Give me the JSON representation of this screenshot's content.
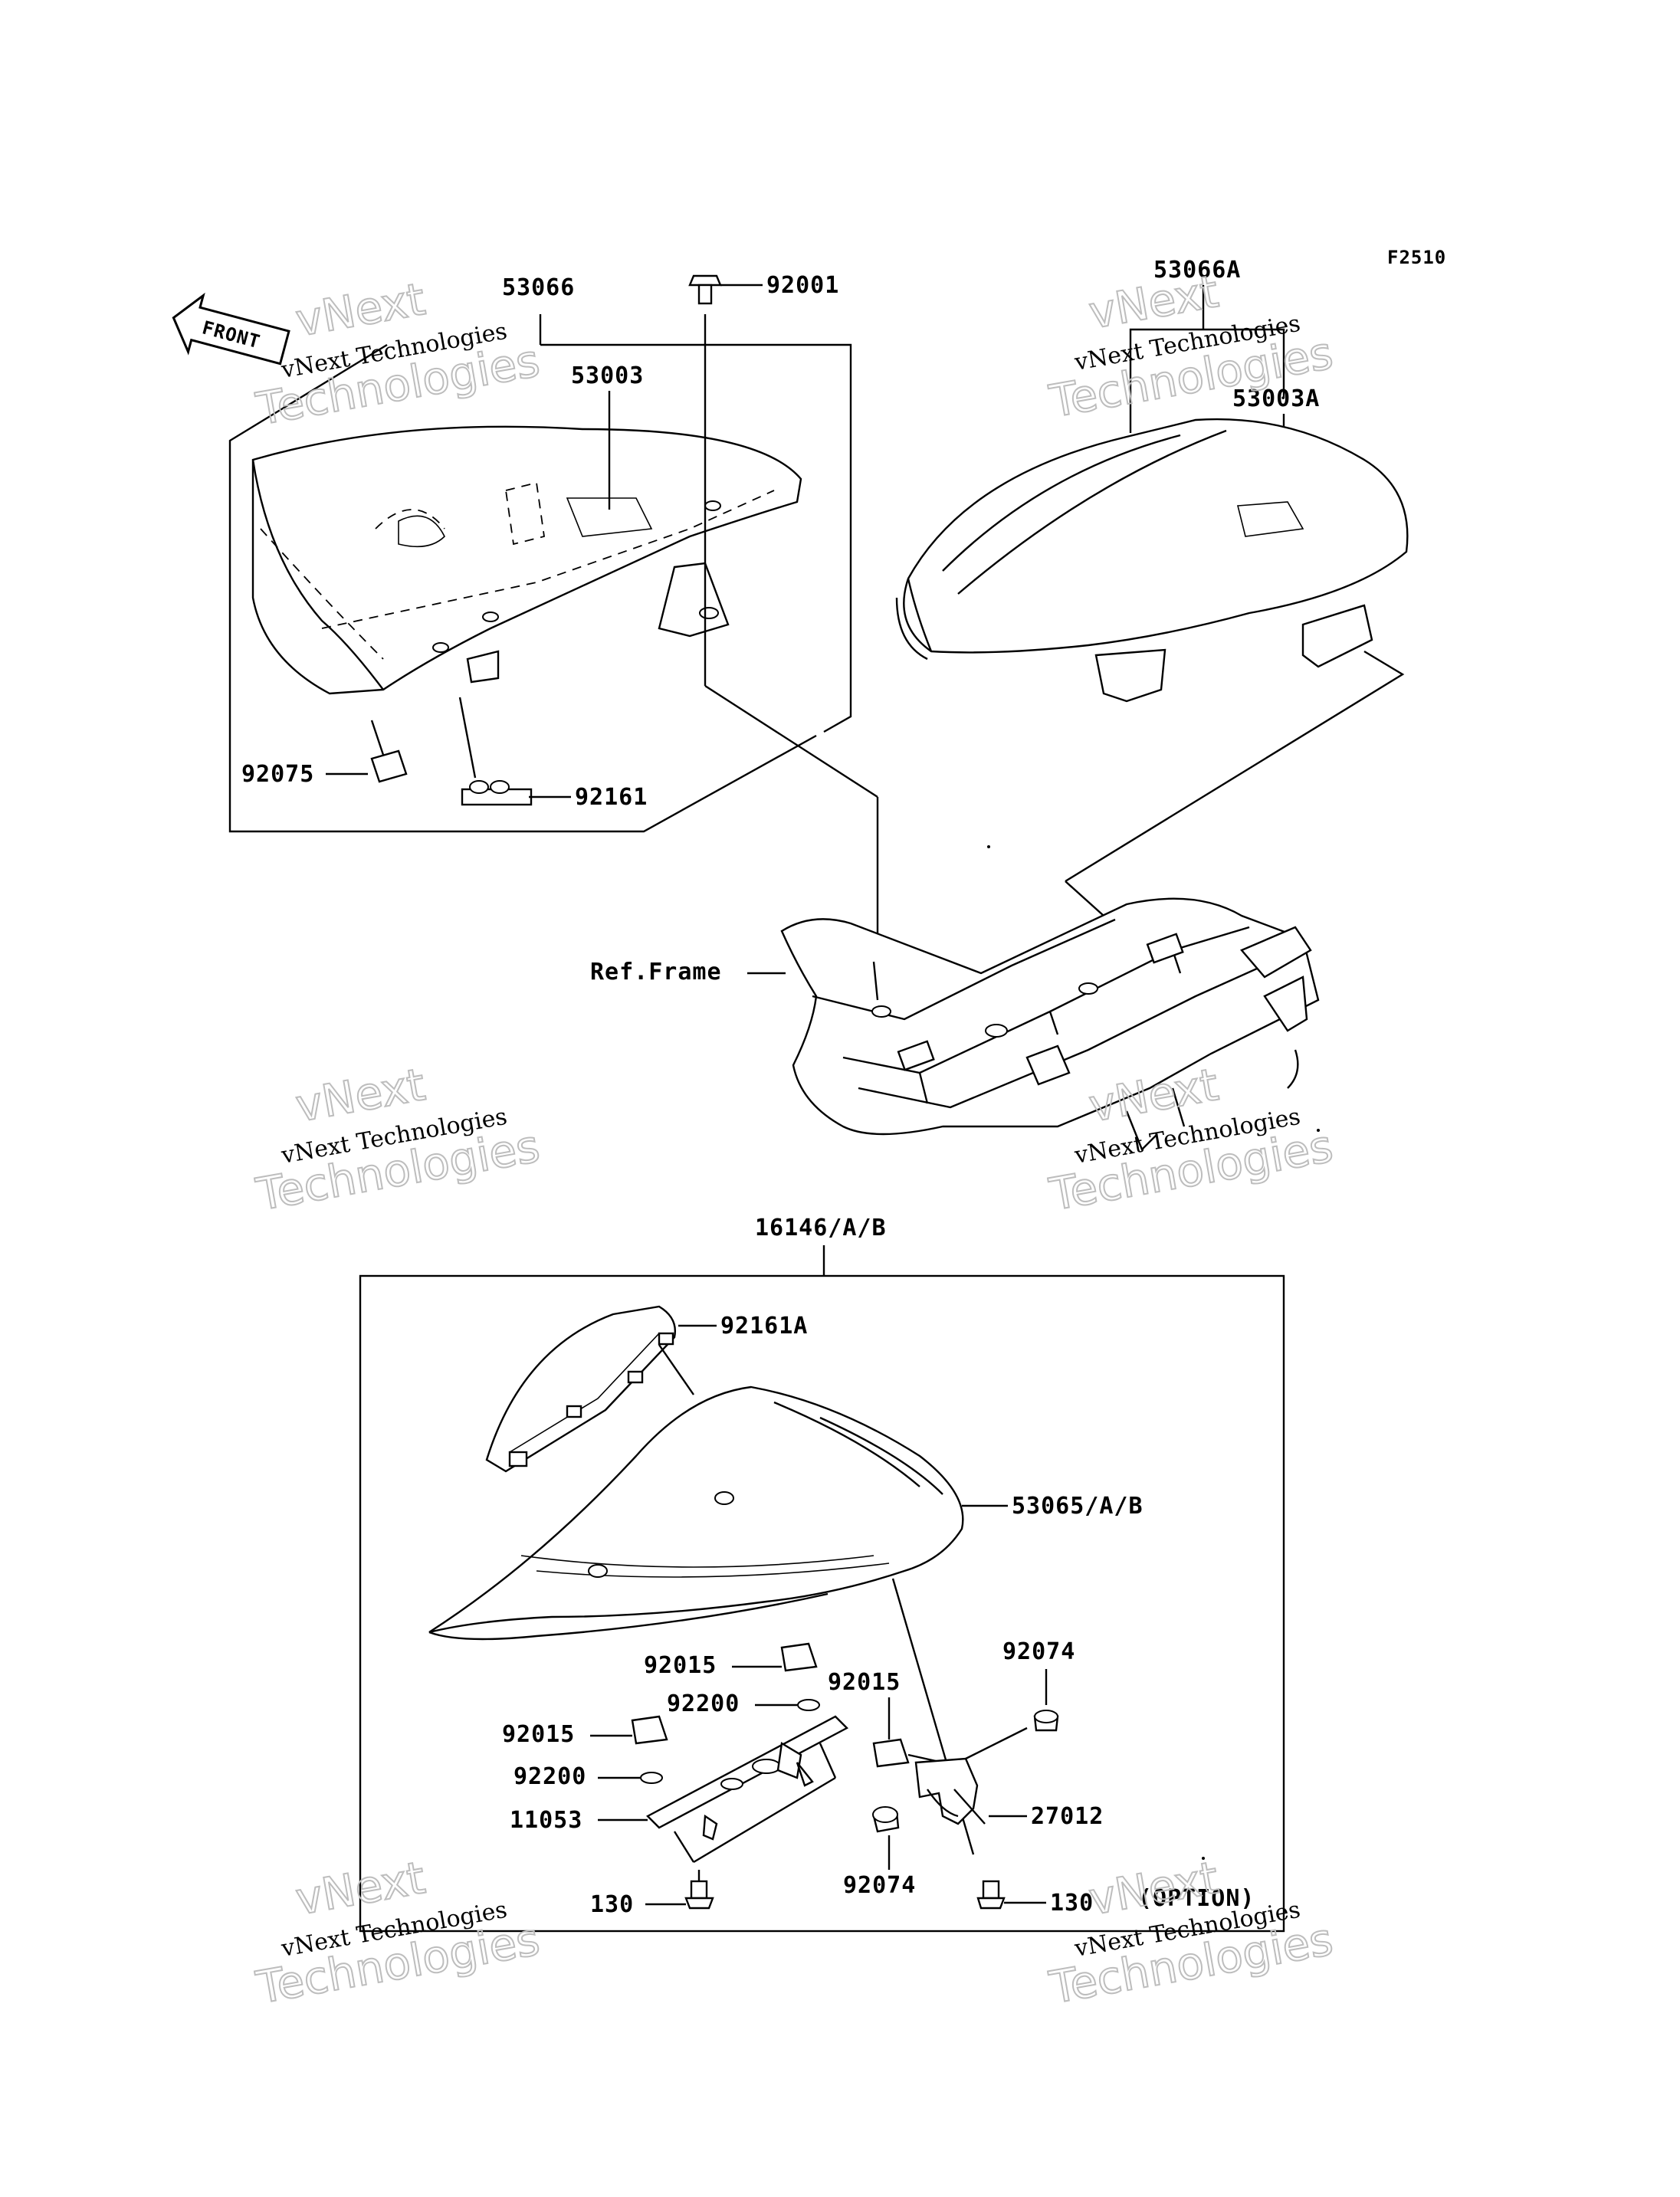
{
  "figure_code": "F2510",
  "front_label": "FRONT",
  "parts": {
    "p53066": "53066",
    "p92001": "92001",
    "p53003": "53003",
    "p53066A": "53066A",
    "p53003A": "53003A",
    "p92075": "92075",
    "p92161": "92161",
    "ref_frame": "Ref.Frame",
    "p16146": "16146/A/B",
    "p92161A": "92161A",
    "p53065": "53065/A/B",
    "p92015_a": "92015",
    "p92015_b": "92015",
    "p92015_c": "92015",
    "p92200_a": "92200",
    "p92200_b": "92200",
    "p92074_a": "92074",
    "p92074_b": "92074",
    "p11053": "11053",
    "p27012": "27012",
    "p130_a": "130",
    "p130_b": "130",
    "option": "(OPTION)"
  },
  "watermark": {
    "line1": "vNext",
    "line2": "vNext Technologies",
    "line3": "Technologies"
  },
  "colors": {
    "ink": "#000000",
    "watermark": "#bdbdbd",
    "background": "#ffffff"
  }
}
